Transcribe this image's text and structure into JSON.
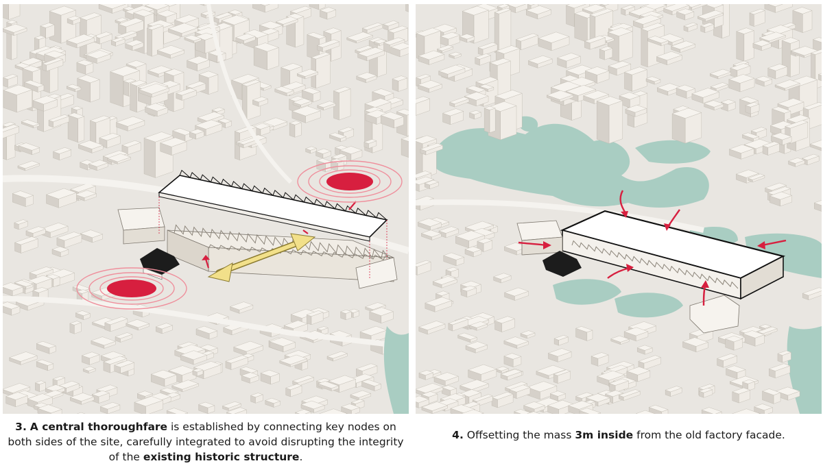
{
  "panels": [
    {
      "number": "3.",
      "caption_parts": {
        "a": "A central thoroughfare",
        "b": " is established by connecting key nodes on both sides of the site, carefully integrated to avoid disrupting the integrity of the ",
        "c": "existing historic structure",
        "d": "."
      }
    },
    {
      "number": "4.",
      "caption_parts": {
        "a": " Offsetting the mass ",
        "b": "3m inside",
        "c": " from the old factory facade."
      }
    }
  ],
  "colors": {
    "ground": "#e9e6e1",
    "building": "#f6f3ee",
    "building_shade": "#d6d1ca",
    "water": "#a9cdc2",
    "node_red": "#d71f3f",
    "ring_pink": "#ef8f9c",
    "arrow_red": "#d71f3f",
    "thoroughfare_yellow": "#f2e08a",
    "outline": "#111111"
  }
}
